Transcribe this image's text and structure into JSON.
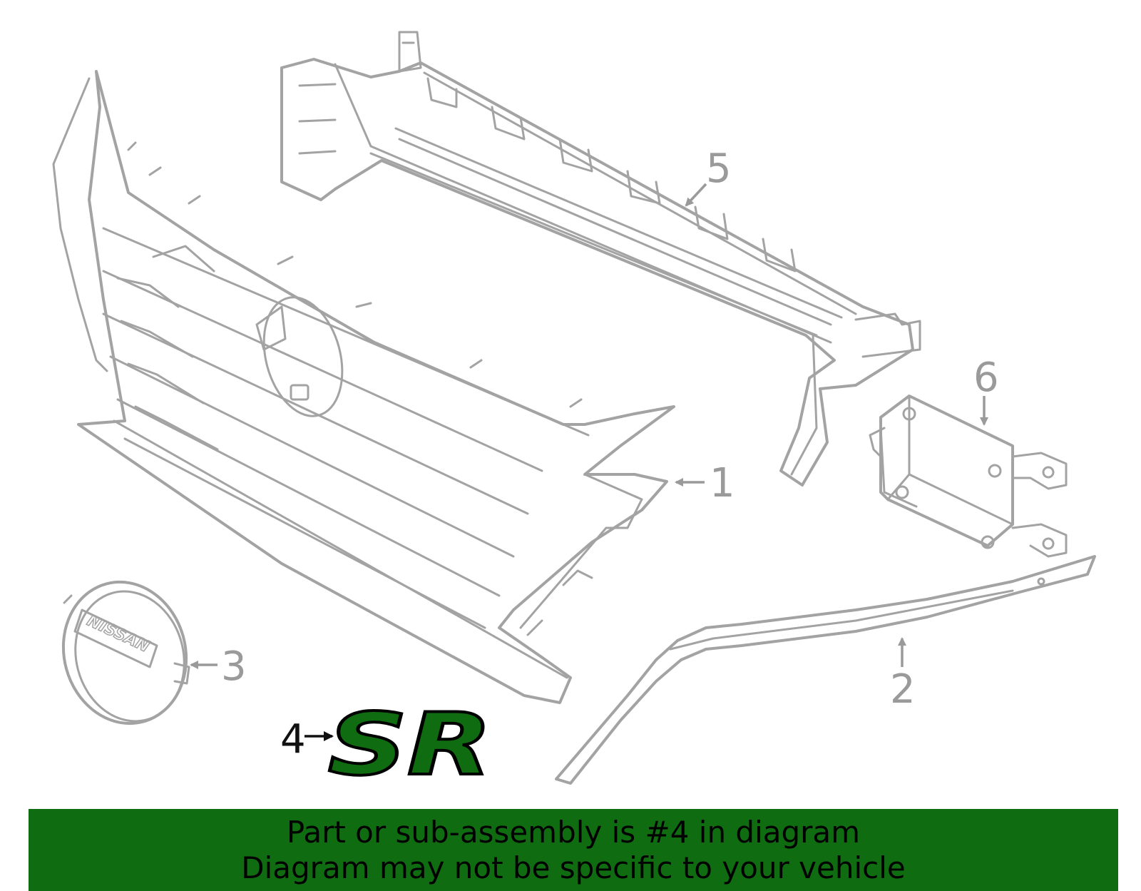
{
  "callouts": {
    "c1": "1",
    "c2": "2",
    "c3": "3",
    "c4": "4",
    "c5": "5",
    "c6": "6"
  },
  "emblem": {
    "text": "NISSAN"
  },
  "badge": {
    "text": "SR",
    "fill_color": "#106c10"
  },
  "banner": {
    "line1": "Part or sub-assembly is #4 in diagram",
    "line2": "Diagram may not be specific to your vehicle",
    "background_color": "#106c10"
  },
  "colors": {
    "line_art": "#a3a3a3",
    "highlight": "#106c10"
  }
}
